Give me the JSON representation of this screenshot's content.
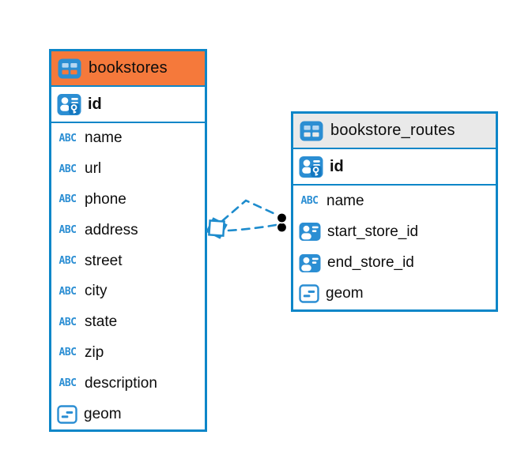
{
  "diagram": {
    "background": "#ffffff",
    "colors": {
      "table_border": "#0d86c8",
      "accent_blue": "#2b8ed3",
      "header_orange": "#f5793b",
      "header_gray": "#e9e9e9",
      "text": "#0d0d0d",
      "connector_blue": "#1e8ccd",
      "endpoint_dot": "#000000"
    },
    "icons": {
      "table_icon": "table-grid-icon",
      "pk_icon": "user-key-icon",
      "fk_icon": "user-card-icon",
      "geometry_icon": "geometry-icon",
      "text_icon_label": "ABC"
    },
    "tables": [
      {
        "title": "bookstores",
        "header_color": "#f5793b",
        "primary_key": "id",
        "fields": [
          {
            "name": "name",
            "type": "text"
          },
          {
            "name": "url",
            "type": "text"
          },
          {
            "name": "phone",
            "type": "text"
          },
          {
            "name": "address",
            "type": "text"
          },
          {
            "name": "street",
            "type": "text"
          },
          {
            "name": "city",
            "type": "text"
          },
          {
            "name": "state",
            "type": "text"
          },
          {
            "name": "zip",
            "type": "text"
          },
          {
            "name": "description",
            "type": "text"
          },
          {
            "name": "geom",
            "type": "geometry"
          }
        ]
      },
      {
        "title": "bookstore_routes",
        "header_color": "#e9e9e9",
        "primary_key": "id",
        "fields": [
          {
            "name": "name",
            "type": "text"
          },
          {
            "name": "start_store_id",
            "type": "foreign-key"
          },
          {
            "name": "end_store_id",
            "type": "foreign-key"
          },
          {
            "name": "geom",
            "type": "geometry"
          }
        ]
      }
    ],
    "connections": [
      {
        "from": "bookstores",
        "to": "bookstore_routes",
        "style": "dashed",
        "from_marker": "diamond",
        "to_marker": "dot"
      },
      {
        "from": "bookstores",
        "to": "bookstore_routes",
        "style": "dashed",
        "from_marker": "diamond",
        "to_marker": "dot"
      }
    ]
  }
}
